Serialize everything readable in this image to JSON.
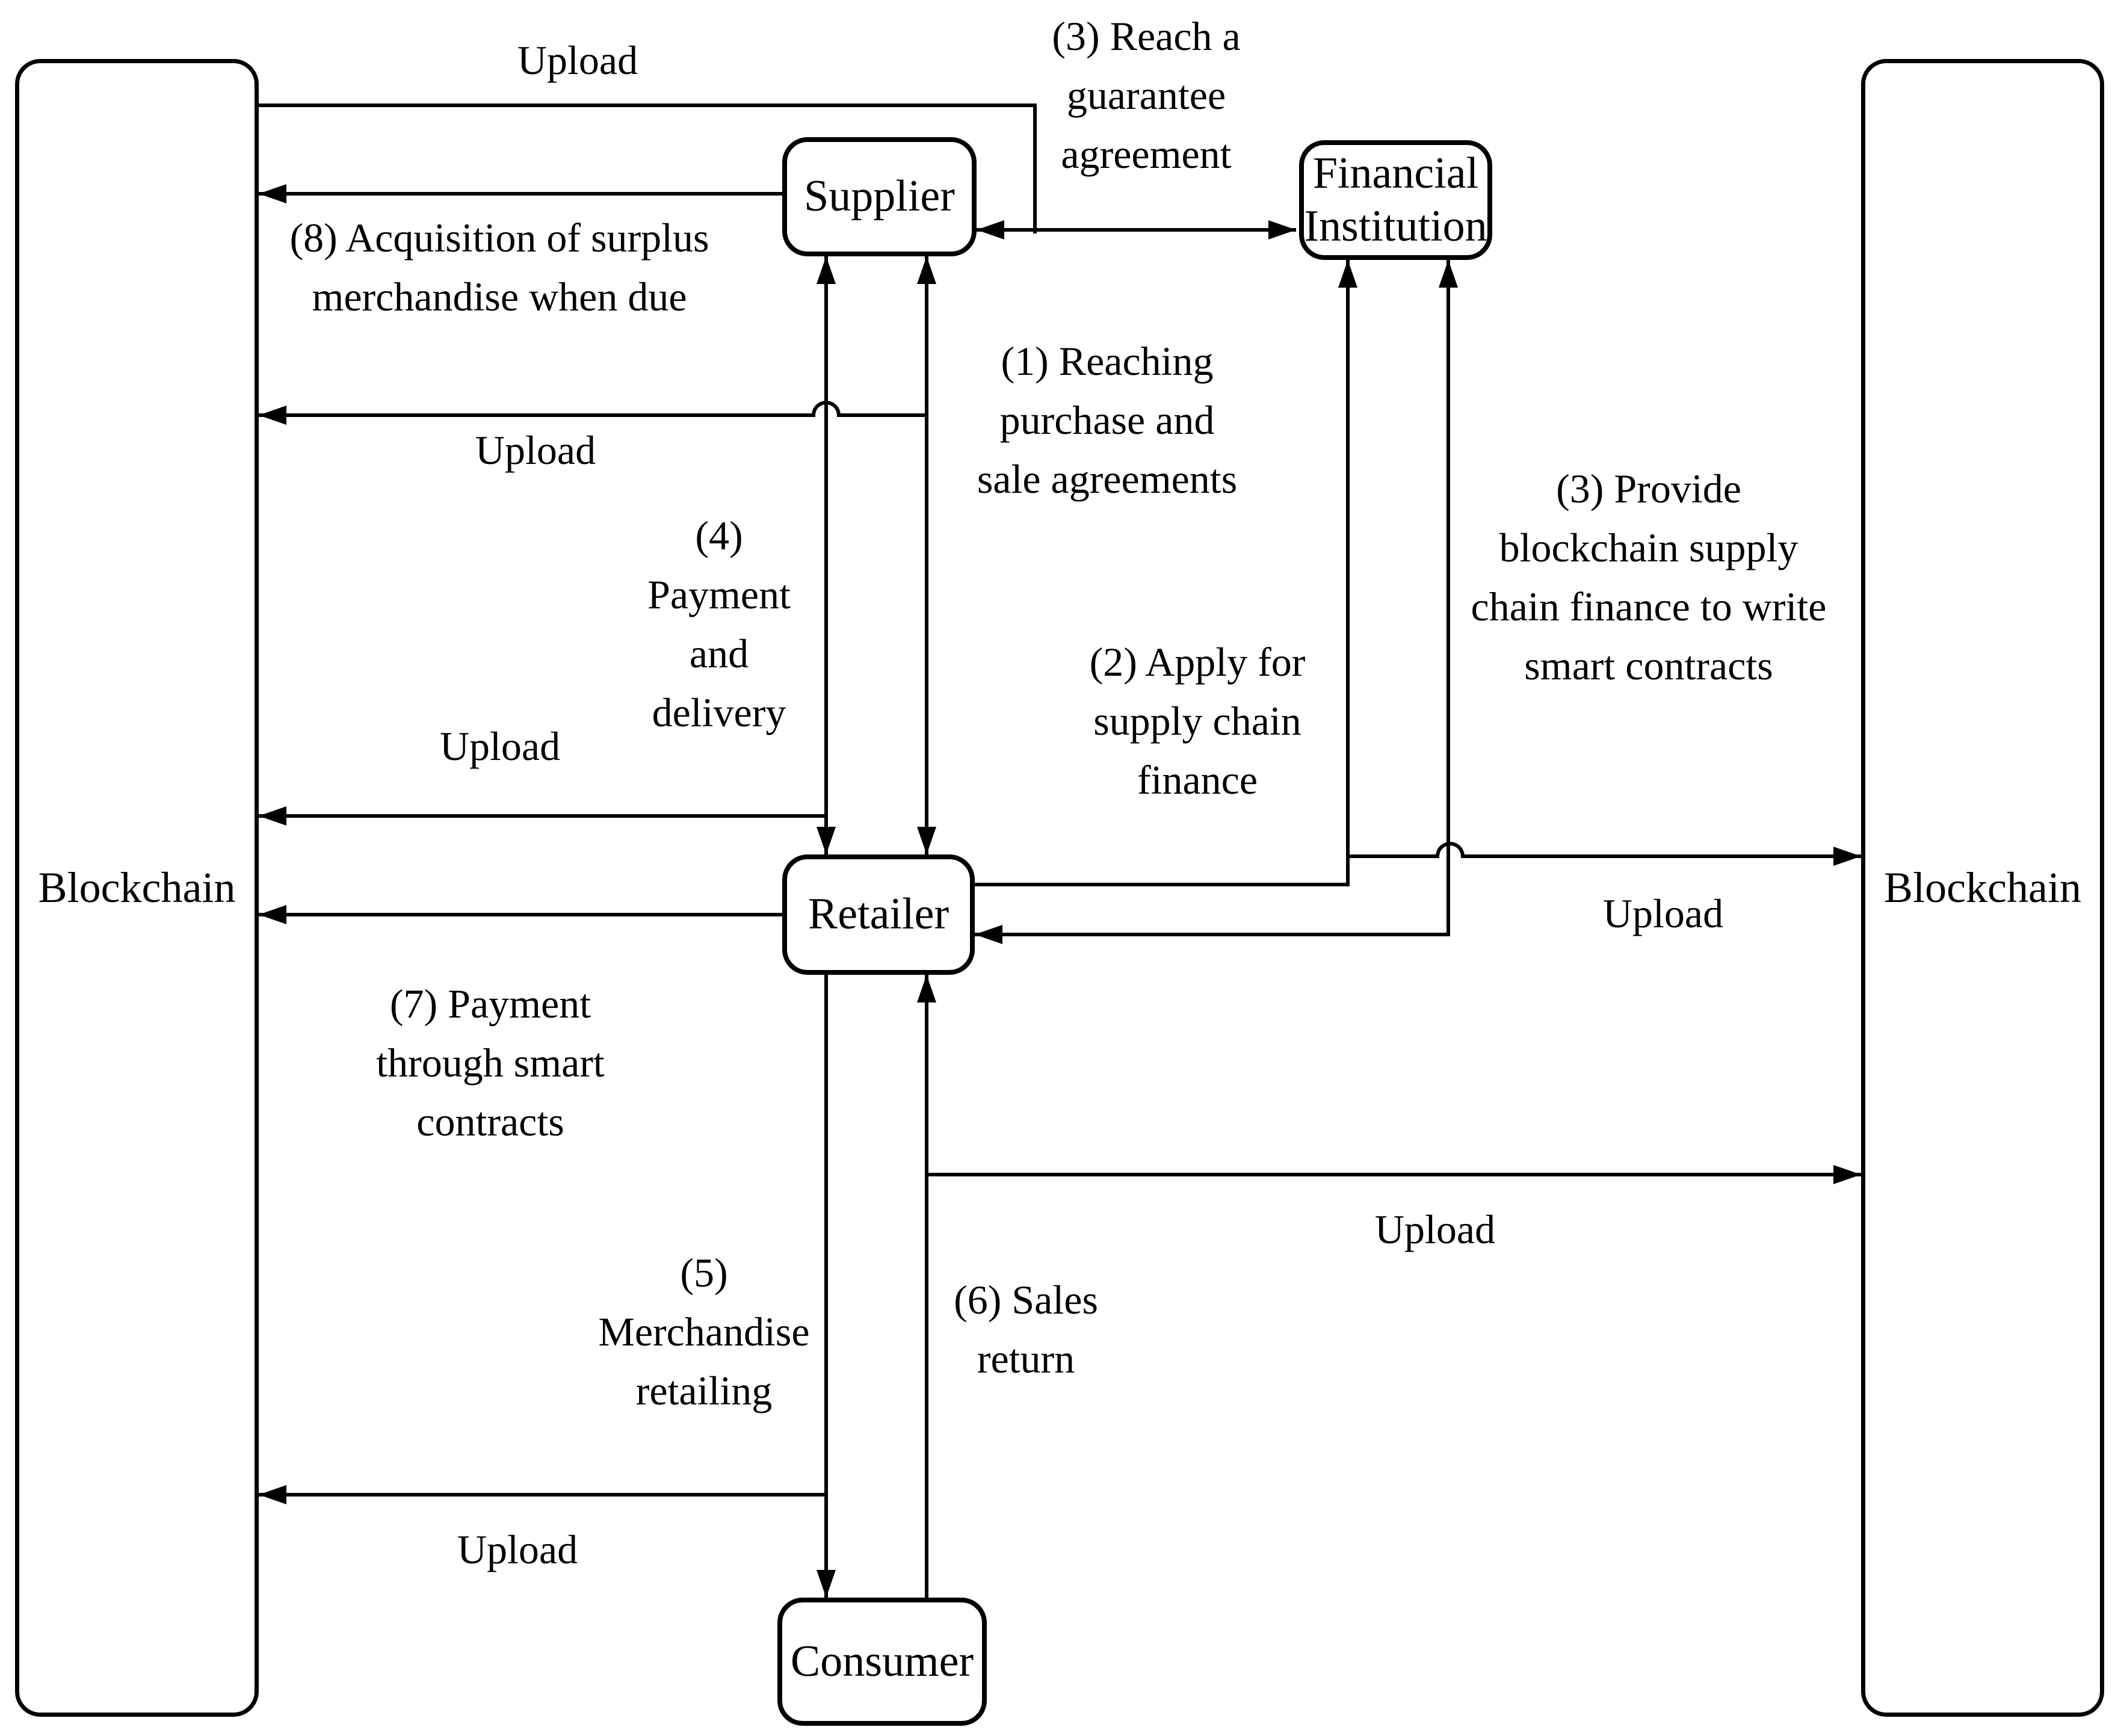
{
  "colors": {
    "line": "#000000",
    "background": "#ffffff"
  },
  "nodes": {
    "blockchain_left": {
      "label": "Blockchain"
    },
    "supplier": {
      "label": "Supplier"
    },
    "financial_institution": {
      "label": "Financial\nInstitution"
    },
    "retailer": {
      "label": "Retailer"
    },
    "consumer": {
      "label": "Consumer"
    },
    "blockchain_right": {
      "label": "Blockchain"
    }
  },
  "steps": {
    "s1": "(1) Reaching\npurchase and\nsale agreements",
    "s2": "(2) Apply for\nsupply chain\nfinance",
    "s3_guarantee": "(3) Reach a\nguarantee\nagreement",
    "s3_provide": "(3) Provide\nblockchain supply\nchain finance to write\nsmart contracts",
    "s4": "(4)\nPayment\nand\ndelivery",
    "s5": "(5)\nMerchandise\nretailing",
    "s6": "(6) Sales\nreturn",
    "s7": "(7) Payment\nthrough smart\ncontracts",
    "s8": "(8) Acquisition of surplus\nmerchandise when due"
  },
  "uploads": {
    "top": "Upload",
    "left_upper": "Upload",
    "left_middle": "Upload",
    "left_lower": "Upload",
    "right_middle": "Upload",
    "right_lower": "Upload"
  }
}
